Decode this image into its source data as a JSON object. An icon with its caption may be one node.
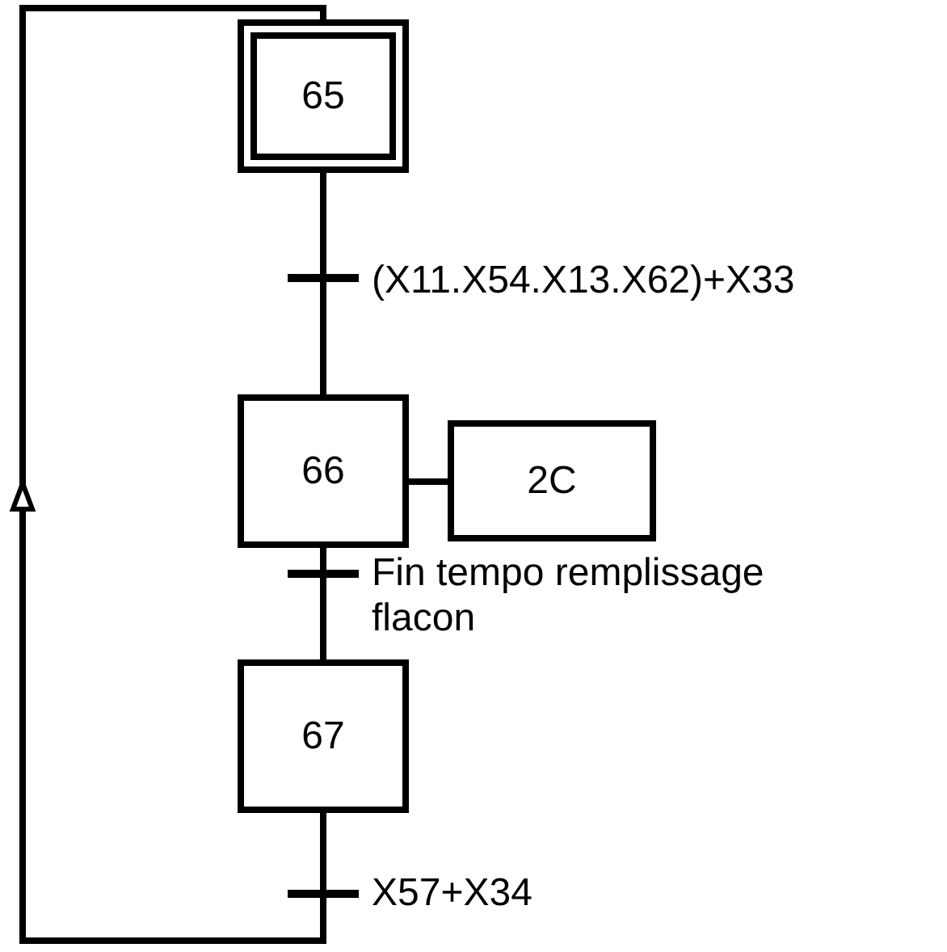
{
  "diagram": {
    "nodes": [
      {
        "text": [
          "65"
        ]
      },
      {
        "text": [
          "66"
        ]
      },
      {
        "text": [
          "2C"
        ]
      },
      {
        "text": [
          "67"
        ]
      }
    ],
    "edges": [
      {
        "from": 0,
        "to": 1,
        "arrow": "none",
        "label": "(X11.X54.X13.X62)+X33"
      },
      {
        "from": 1,
        "to": 2,
        "arrow": "none"
      },
      {
        "from": 1,
        "to": 3,
        "arrow": "none",
        "label": "Fin tempo remplissage flacon"
      },
      {
        "from": 3,
        "to": 0,
        "arrow": "to",
        "label": "X57+X34"
      }
    ]
  }
}
